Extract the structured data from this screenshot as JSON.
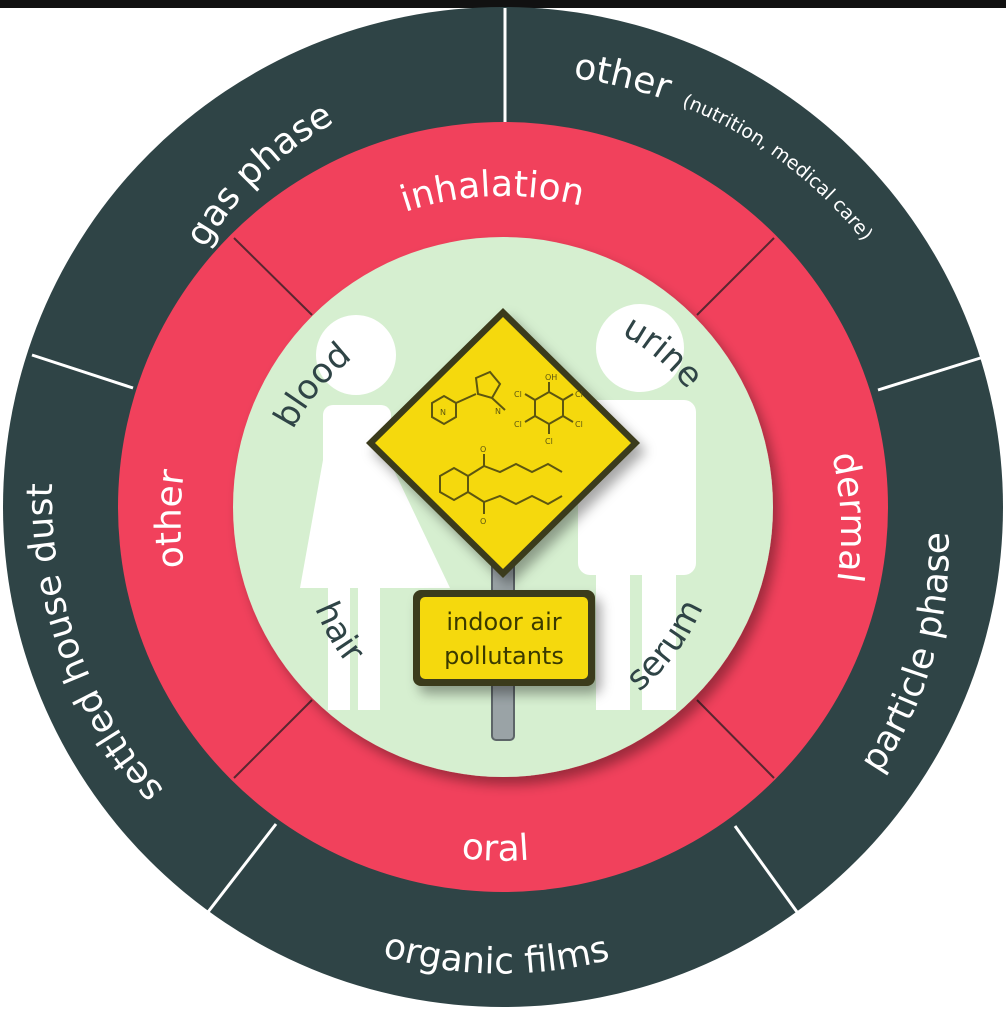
{
  "diagram": {
    "outer_ring": {
      "gas_phase": "gas phase",
      "other": "other",
      "other_note": "(nutrition, medical care)",
      "particle_phase": "particle phase",
      "organic_films": "organic films",
      "settled_house_dust": "settled house dust"
    },
    "middle_ring": {
      "inhalation": "inhalation",
      "dermal": "dermal",
      "oral": "oral",
      "other": "other"
    },
    "inner": {
      "blood": "blood",
      "urine": "urine",
      "hair": "hair",
      "serum": "serum"
    },
    "sign": {
      "line1": "indoor air",
      "line2": "pollutants"
    },
    "colors": {
      "outer": "#2f4446",
      "middle": "#f1415c",
      "inner": "#d6efd0",
      "sign": "#f5d90a",
      "figure": "#ffffff"
    }
  }
}
